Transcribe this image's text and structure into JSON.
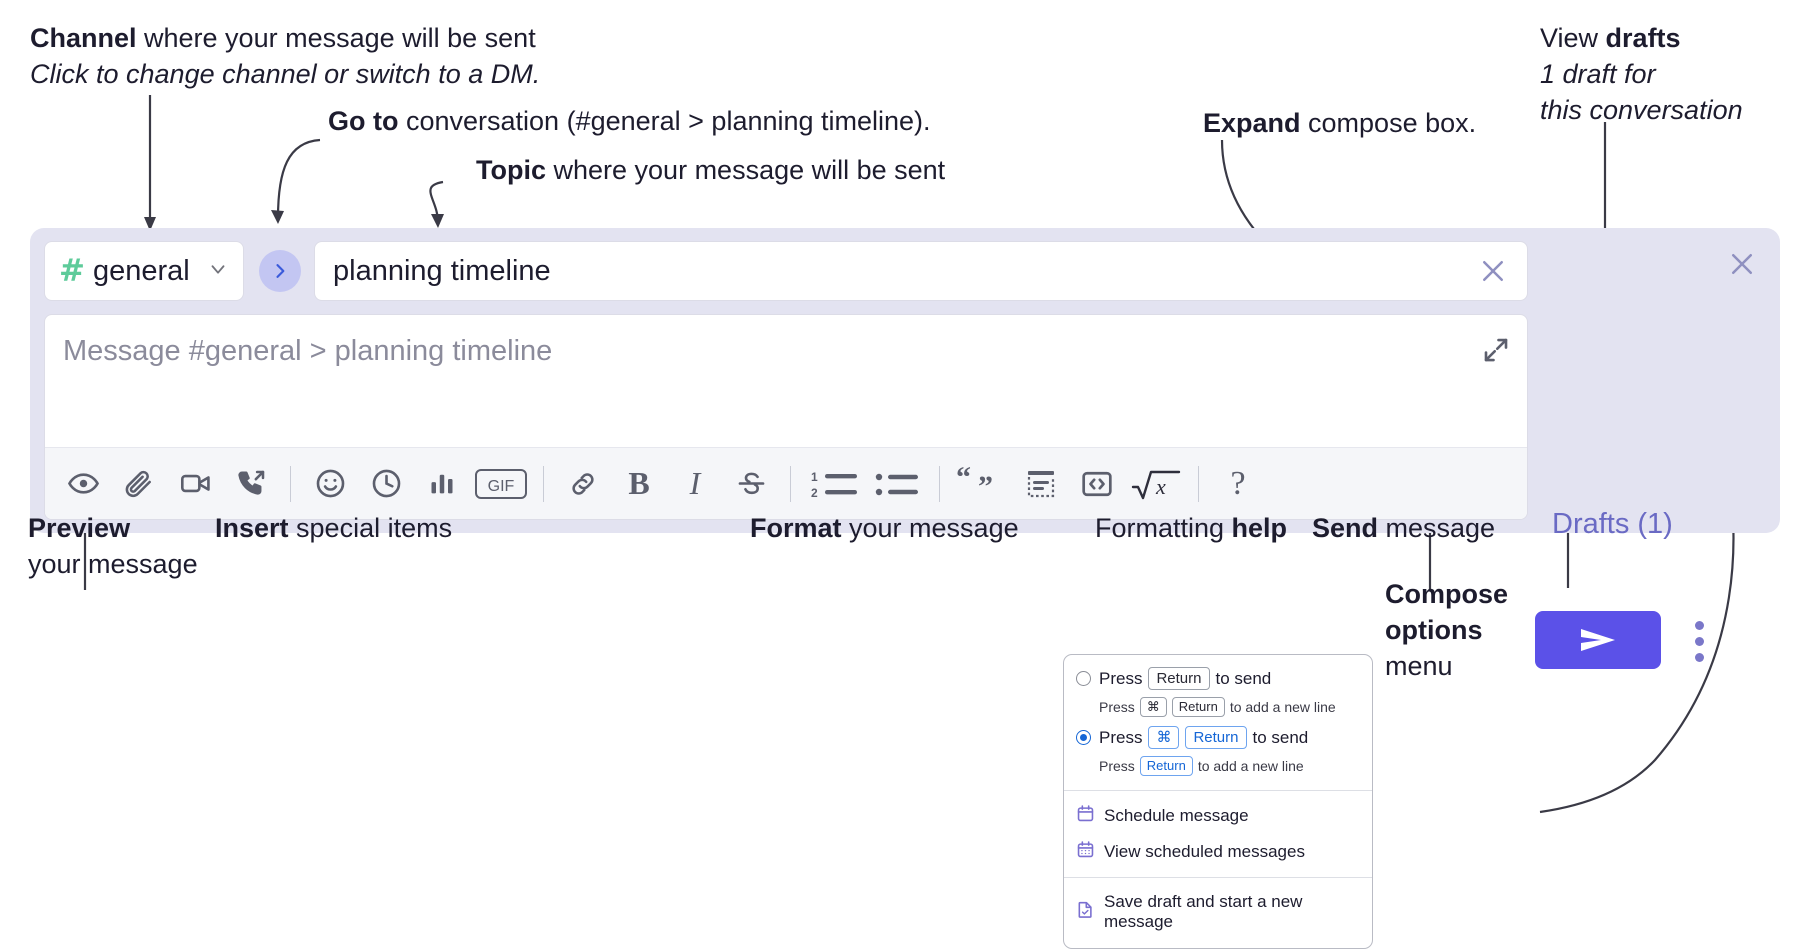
{
  "annotations": {
    "channel": {
      "bold": "Channel",
      "rest": " where your message will be sent",
      "italic": "Click to change channel or switch to a DM."
    },
    "goto": {
      "bold": "Go to",
      "rest": " conversation (#general > planning timeline)."
    },
    "topic": {
      "bold": "Topic",
      "rest": " where your message will be sent"
    },
    "expand": {
      "bold": "Expand",
      "rest": " compose box."
    },
    "drafts": {
      "bold_lead": "View ",
      "bold": "drafts",
      "italic1": "1 draft for",
      "italic2": "this conversation"
    },
    "preview": {
      "bold": "Preview",
      "rest": "your message"
    },
    "insert": {
      "bold": "Insert",
      "rest": " special items"
    },
    "format": {
      "bold": "Format",
      "rest": " your message"
    },
    "help": {
      "lead": "Formatting ",
      "bold": "help"
    },
    "send": {
      "bold": "Send",
      "rest": " message"
    },
    "compose_options": {
      "bold1": "Compose",
      "bold2": "options",
      "rest": "menu"
    }
  },
  "compose": {
    "channel_name": "general",
    "channel_hash": "#",
    "topic_value": "planning timeline",
    "message_placeholder": "Message #general > planning timeline",
    "drafts_label": "Drafts (1)",
    "icons": {
      "chevron_down": "chevron-down-icon",
      "goto_arrow": "chevron-right-icon",
      "topic_clear": "close-icon",
      "expand": "expand-icon",
      "panel_close": "close-icon",
      "send": "send-icon",
      "kebab": "more-options-icon"
    },
    "toolbar": [
      {
        "name": "preview-icon",
        "label": "Preview"
      },
      {
        "name": "attachment-icon",
        "label": "Attach file"
      },
      {
        "name": "video-icon",
        "label": "Record video clip"
      },
      {
        "name": "audio-call-icon",
        "label": "Record audio clip"
      },
      {
        "sep": true
      },
      {
        "name": "emoji-icon",
        "label": "Emoji"
      },
      {
        "name": "clock-icon",
        "label": "Reminder"
      },
      {
        "name": "poll-icon",
        "label": "Poll"
      },
      {
        "name": "gif-icon",
        "label": "GIF"
      },
      {
        "sep": true
      },
      {
        "name": "link-icon",
        "label": "Link"
      },
      {
        "name": "bold-icon",
        "label": "Bold"
      },
      {
        "name": "italic-icon",
        "label": "Italic"
      },
      {
        "name": "strikethrough-icon",
        "label": "Strikethrough"
      },
      {
        "sep": true
      },
      {
        "name": "ordered-list-icon",
        "label": "Ordered list"
      },
      {
        "name": "bulleted-list-icon",
        "label": "Bulleted list"
      },
      {
        "sep": true
      },
      {
        "name": "blockquote-icon",
        "label": "Blockquote"
      },
      {
        "name": "code-block-icon",
        "label": "Code block"
      },
      {
        "name": "code-icon",
        "label": "Code"
      },
      {
        "name": "latex-icon",
        "label": "Math"
      },
      {
        "sep": true
      },
      {
        "name": "help-icon",
        "label": "?"
      }
    ]
  },
  "options_menu": {
    "send_modes": [
      {
        "selected": false,
        "main_pre": "Press",
        "main_keys": [
          "Return"
        ],
        "main_post": "to send",
        "sub_pre": "Press",
        "sub_keys": [
          "⌘",
          "Return"
        ],
        "sub_post": "to add a new line"
      },
      {
        "selected": true,
        "main_pre": "Press",
        "main_keys": [
          "⌘",
          "Return"
        ],
        "main_post": "to send",
        "sub_pre": "Press",
        "sub_keys": [
          "Return"
        ],
        "sub_post": "to add a new line"
      }
    ],
    "items": [
      {
        "icon": "calendar-icon",
        "label": "Schedule message"
      },
      {
        "icon": "calendar-grid-icon",
        "label": "View scheduled messages"
      },
      {
        "icon": "save-draft-icon",
        "label": "Save draft and start a new message",
        "divider_before": true
      }
    ]
  },
  "colors": {
    "panel_bg": "#e3e3f1",
    "accent_send": "#5b51e8",
    "drafts_text": "#6a6ac4",
    "hash_green": "#5ecb9a",
    "goto_bg": "#c3c6f2",
    "menu_blue": "#1566d6"
  }
}
